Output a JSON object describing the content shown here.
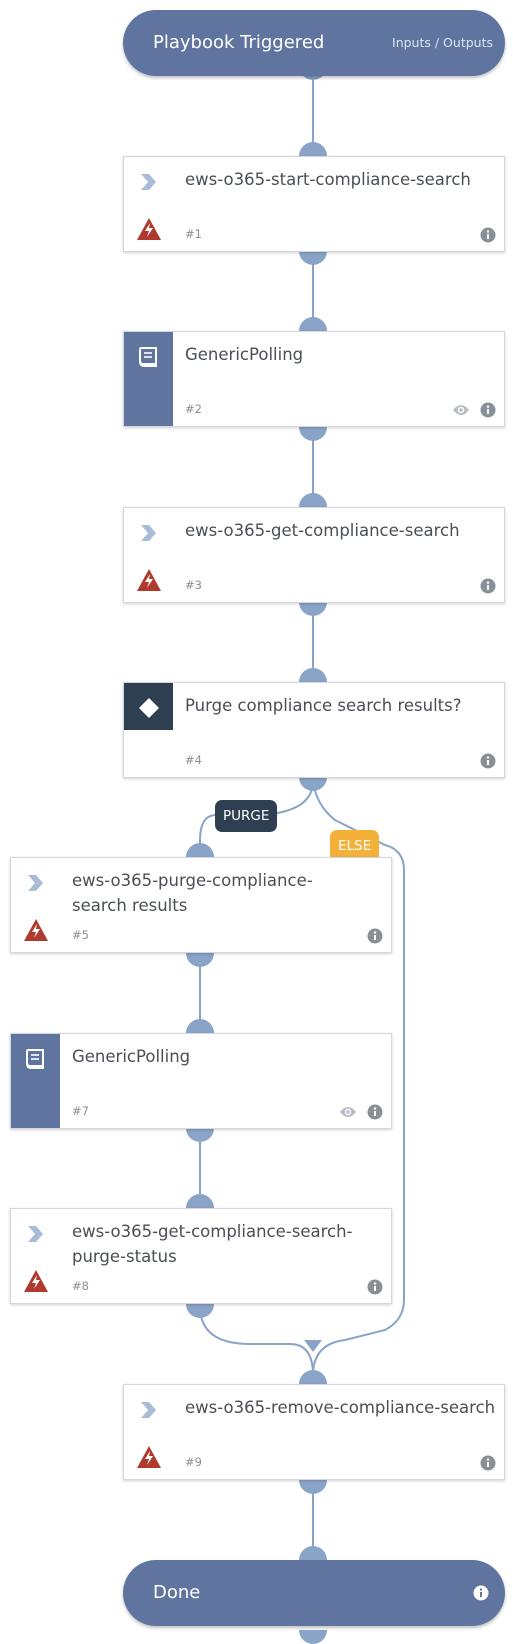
{
  "start": {
    "title": "Playbook Triggered",
    "side_link": "Inputs / Outputs"
  },
  "tasks": [
    {
      "label": "ews-o365-start-compliance-search",
      "num": "#1"
    },
    {
      "label": "GenericPolling",
      "num": "#2"
    },
    {
      "label": "ews-o365-get-compliance-search",
      "num": "#3"
    },
    {
      "label": "Purge compliance search results?",
      "num": "#4"
    },
    {
      "label": "ews-o365-purge-compliance-search results",
      "num": "#5"
    },
    {
      "label": "GenericPolling",
      "num": "#7"
    },
    {
      "label": "ews-o365-get-compliance-search-purge-status",
      "num": "#8"
    },
    {
      "label": "ews-o365-remove-compliance-search",
      "num": "#9"
    }
  ],
  "branches": {
    "purge": "PURGE",
    "else": "ELSE"
  },
  "end": {
    "title": "Done"
  },
  "colors": {
    "pill": "#5f749f",
    "connector": "#8aa4c8",
    "condition": "#2f3f52",
    "else": "#f4b13a",
    "warning": "#b03a2e",
    "chevron": "#a9bcd6"
  },
  "icons": {
    "command": "chevron-icon",
    "error": "warning-icon",
    "subplaybook": "book-icon",
    "condition": "diamond-icon",
    "info": "info-icon",
    "quiet": "eye-icon"
  }
}
